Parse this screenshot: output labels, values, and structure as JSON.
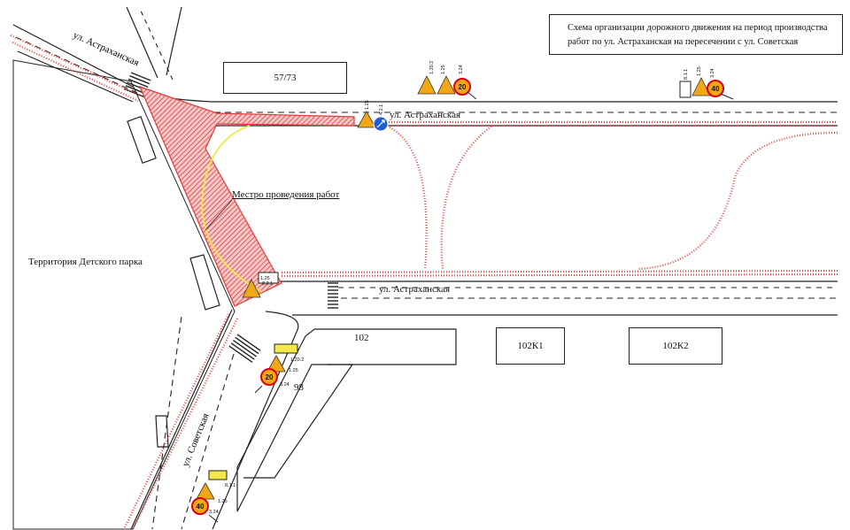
{
  "legend": {
    "title": "Схема организации дорожного движения на период производства работ по ул. Астраханская на пересечении с ул. Советская"
  },
  "streets": {
    "astrakhanskaya_top_left": "ул. Астраханская",
    "astrakhanskaya_top": "ул. Астраханская",
    "astrakhanskaya_bottom": "ул. Астраханская",
    "sovetskaya": "ул. Советская"
  },
  "labels": {
    "work_site": "Местро проведения работ",
    "park": "Территория Детского парка"
  },
  "buildings": {
    "b5773": "57/73",
    "b102": "102",
    "b102k1": "102К1",
    "b102k2": "102К2",
    "b98": "98"
  },
  "signs": {
    "s1": [
      "1.20.2",
      "1.25",
      "3.24"
    ],
    "s2": [
      "8.1.1",
      "1.25",
      "3.24"
    ],
    "s3": [
      "1.25",
      "4.2.1"
    ],
    "s4": [
      "1.25",
      "8.2.1"
    ],
    "s5": [
      "1.25",
      "3.24",
      "1.20.2"
    ],
    "s6": [
      "8.1.1",
      "1.25",
      "3.24"
    ],
    "speed_20": "20",
    "speed_40": "40"
  },
  "colors": {
    "road_line": "#222222",
    "fence": "#e24a4a",
    "work_zone": "#e33a3a",
    "detour": "#f2e84a",
    "sign_warning": "#f2a814",
    "sign_blue": "#1d5fd1"
  }
}
